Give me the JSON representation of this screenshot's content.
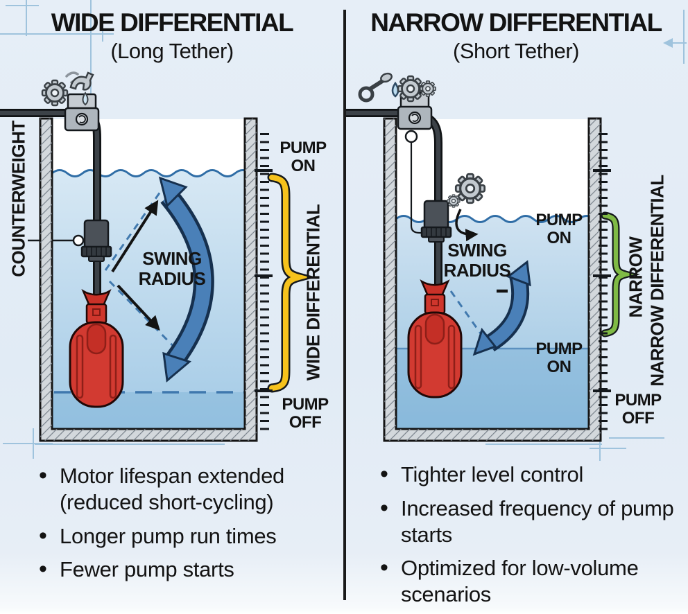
{
  "left": {
    "title": "WIDE DIFFERENTIAL",
    "subtitle": "(Long Tether)",
    "labels": {
      "counterweight": "COUNTERWEIGHT",
      "pump_on": "PUMP\nON",
      "swing_radius": "SWING\nRADIUS",
      "differential": "WIDE DIFFERENTIAL",
      "pump_off": "PUMP\nOFF"
    },
    "bullets": [
      "Motor lifespan extended (reduced short-cycling)",
      "Longer pump run times",
      "Fewer pump starts"
    ],
    "icons": [
      "gear-icon",
      "spray-icon",
      "faucet-icon"
    ]
  },
  "right": {
    "title": "NARROW DIFFERENTIAL",
    "subtitle": "(Short Tether)",
    "labels": {
      "pump_on_upper": "PUMP\nON",
      "swing_radius": "SWING\nRADIUS",
      "pump_on_lower": "PUMP\nON",
      "differential_line1": "NARROW",
      "differential_line2": "NARROW DIFFERENTIAL",
      "pump_off": "PUMP\nOFF"
    },
    "bullets": [
      "Tighter level control",
      "Increased frequency of pump starts",
      "Optimized for low-volume scenarios"
    ],
    "icons": [
      "faucet-icon",
      "water-drop-icon",
      "gear-icon",
      "gear-small-icon",
      "rotate-arrow-icon"
    ]
  },
  "colors": {
    "background": "#e3edf6",
    "water_blue": "#a9cde7",
    "wave_line": "#2f6da6",
    "float_red": "#d23a31",
    "arrow_blue": "#4a80b8",
    "wide_brace_yellow": "#f6c21c",
    "narrow_brace_green": "#7fba45"
  }
}
